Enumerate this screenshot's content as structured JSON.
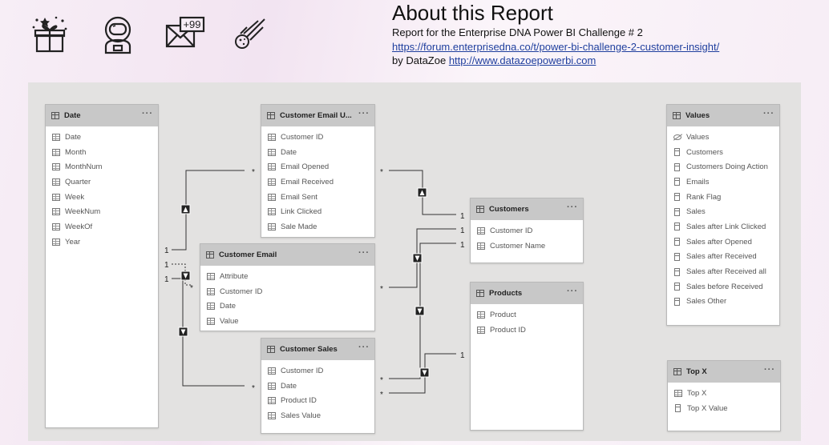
{
  "header": {
    "title": "About this Report",
    "line1": "Report for the Enterprise DNA Power BI Challenge # 2",
    "link1": "https://forum.enterprisedna.co/t/power-bi-challenge-2-customer-insight/",
    "byline": "by DataZoe",
    "link2": "http://www.datazoepowerbi.com"
  },
  "icons": {
    "gift": "gift-box-icon",
    "astronaut": "astronaut-icon",
    "mail": "mail-99-icon",
    "mail_badge": "+99",
    "comet": "comet-icon"
  },
  "tables": {
    "date": {
      "name": "Date",
      "fields": [
        "Date",
        "Month",
        "MonthNum",
        "Quarter",
        "Week",
        "WeekNum",
        "WeekOf",
        "Year"
      ]
    },
    "ceu": {
      "name": "Customer Email U...",
      "fields": [
        "Customer ID",
        "Date",
        "Email Opened",
        "Email Received",
        "Email Sent",
        "Link Clicked",
        "Sale Made"
      ]
    },
    "ce": {
      "name": "Customer Email",
      "fields": [
        "Attribute",
        "Customer ID",
        "Date",
        "Value"
      ]
    },
    "cs": {
      "name": "Customer Sales",
      "fields": [
        "Customer ID",
        "Date",
        "Product ID",
        "Sales Value"
      ]
    },
    "customers": {
      "name": "Customers",
      "fields": [
        "Customer ID",
        "Customer Name"
      ]
    },
    "products": {
      "name": "Products",
      "fields": [
        "Product",
        "Product ID"
      ]
    },
    "values": {
      "name": "Values",
      "hidden_field": "Values",
      "fields": [
        "Customers",
        "Customers Doing Action",
        "Emails",
        "Rank Flag",
        "Sales",
        "Sales after Link Clicked",
        "Sales after Opened",
        "Sales after Received",
        "Sales after Received all",
        "Sales before Received",
        "Sales Other"
      ]
    },
    "topx": {
      "name": "Top X",
      "fields": [
        "Top X",
        "Top X Value"
      ]
    }
  },
  "relationship_labels": {
    "one": "1",
    "many": "*"
  },
  "more_glyph": "···"
}
